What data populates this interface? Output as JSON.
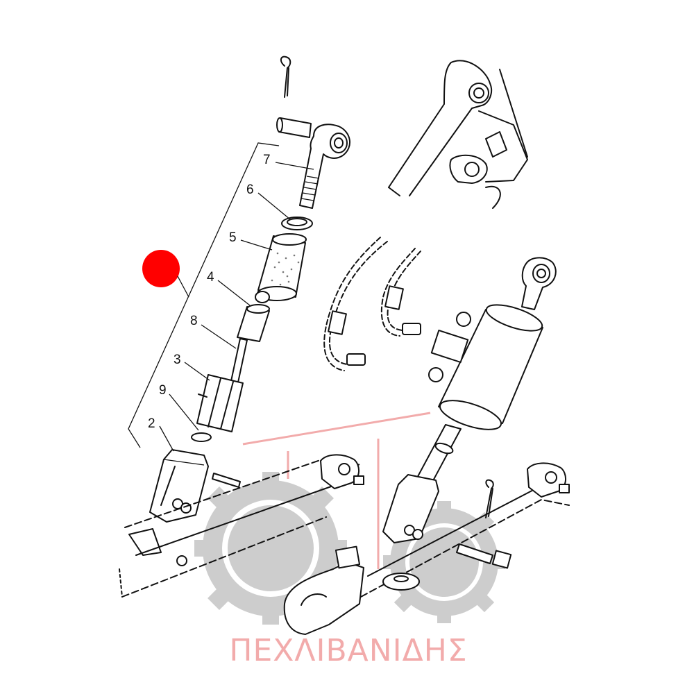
{
  "watermark": {
    "brand_text": "ΠΕΧΛΙΒΑΝΙΔΗΣ",
    "color": "#f1a2a2",
    "gear_color": "#c8c8c8"
  },
  "marker": {
    "color": "#ff0000"
  },
  "callouts": [
    {
      "id": "7",
      "label": "7"
    },
    {
      "id": "6",
      "label": "6"
    },
    {
      "id": "5",
      "label": "5"
    },
    {
      "id": "4",
      "label": "4"
    },
    {
      "id": "8",
      "label": "8"
    },
    {
      "id": "3",
      "label": "3"
    },
    {
      "id": "9",
      "label": "9"
    },
    {
      "id": "2",
      "label": "2"
    }
  ]
}
